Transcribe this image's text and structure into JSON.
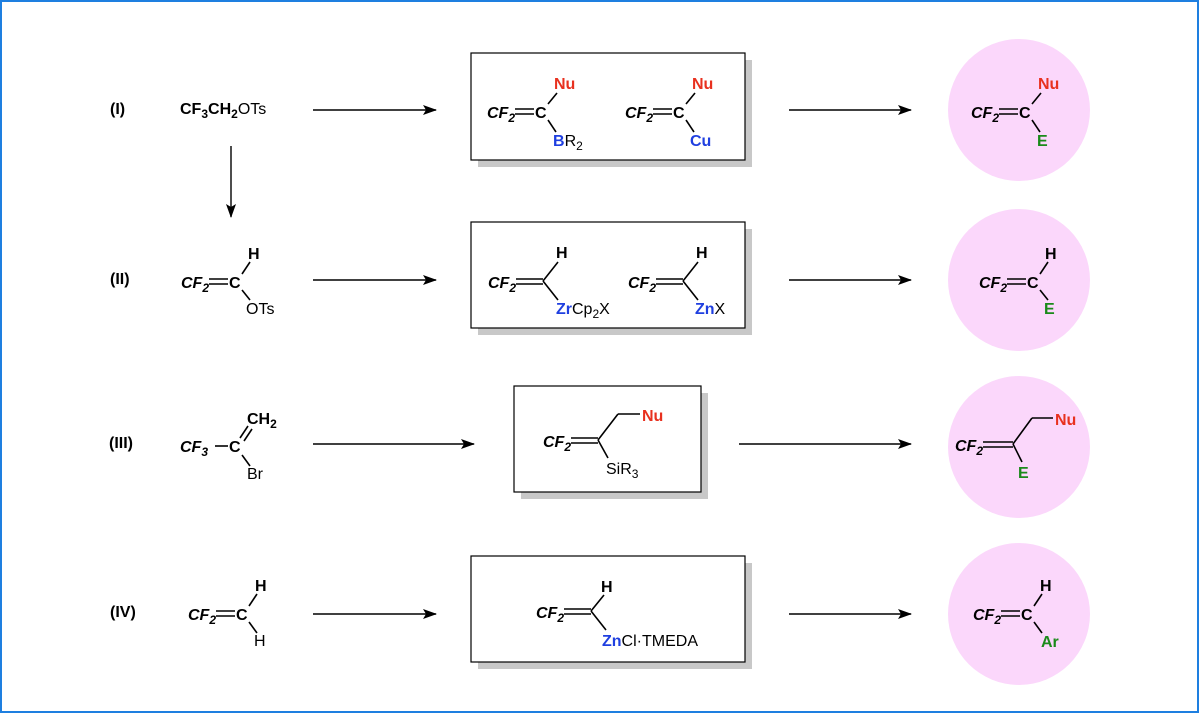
{
  "colors": {
    "frame": "#1e7fe0",
    "nucleophile": "#e8311f",
    "metal": "#1f3fe0",
    "electrophile": "#1a8a1a",
    "product_circle": "#fbd7fb"
  },
  "rows": [
    {
      "label": "(I)",
      "start": {
        "main": "CF",
        "s1": "3",
        "m2": "CH",
        "s2": "2",
        "tail": "OTs"
      },
      "mid1": {
        "lhs": "CF",
        "sub": "2",
        "eq": "=C",
        "top": "Nu",
        "bottom_metal": "B",
        "bottom_rest": "R",
        "bottom_sub": "2"
      },
      "mid2": {
        "lhs": "CF",
        "sub": "2",
        "eq": "=C",
        "top": "Nu",
        "bottom_metal": "Cu"
      },
      "product": {
        "lhs": "CF",
        "sub": "2",
        "eq": "=C",
        "top": "Nu",
        "bottom": "E"
      }
    },
    {
      "label": "(II)",
      "start": {
        "lhs": "CF",
        "sub": "2",
        "eq": "=C",
        "top": "H",
        "bottom": "OTs"
      },
      "mid1": {
        "lhs": "CF",
        "sub": "2",
        "top": "H",
        "bottom_metal": "Zr",
        "bottom_rest": "Cp",
        "bottom_sub": "2",
        "bottom_tail": "X"
      },
      "mid2": {
        "lhs": "CF",
        "sub": "2",
        "top": "H",
        "bottom_metal": "Zn",
        "bottom_rest": "X"
      },
      "product": {
        "lhs": "CF",
        "sub": "2",
        "eq": "=C",
        "top": "H",
        "bottom": "E"
      }
    },
    {
      "label": "(III)",
      "start": {
        "lhs": "CF",
        "sub": "3",
        "dash": "–C",
        "top": "CH",
        "top_sub": "2",
        "bottom": "Br"
      },
      "mid": {
        "lhs": "CF",
        "sub": "2",
        "eq": "=",
        "top": "Nu",
        "bottom_rest": "SiR",
        "bottom_sub": "3"
      },
      "product": {
        "lhs": "CF",
        "sub": "2",
        "eq": "=",
        "top": "Nu",
        "bottom": "E"
      }
    },
    {
      "label": "(IV)",
      "start": {
        "lhs": "CF",
        "sub": "2",
        "eq": "=C",
        "top": "H",
        "bottom": "H"
      },
      "mid": {
        "lhs": "CF",
        "sub": "2",
        "eq": "=",
        "top": "H",
        "bottom_metal": "Zn",
        "bottom_rest": "Cl·TMEDA"
      },
      "product": {
        "lhs": "CF",
        "sub": "2",
        "eq": "=C",
        "top": "H",
        "bottom": "Ar"
      }
    }
  ]
}
